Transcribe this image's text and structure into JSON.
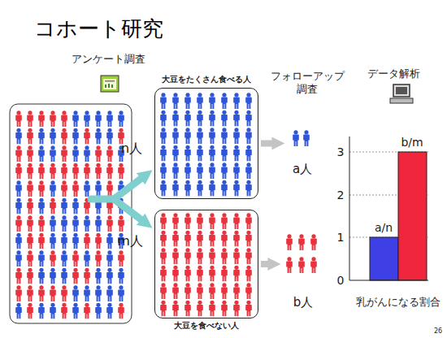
{
  "diagram": {
    "title": "コホート研究",
    "nodes": [
      {
        "text": [
          "大豆をたくさん食べる人"
        ]
      },
      {
        "text": [
          "大豆を食べない人"
        ]
      },
      {
        "text": [
          "a人"
        ]
      },
      {
        "text": [
          "b人"
        ]
      }
    ],
    "edges": [
      {
        "from": 0,
        "to": 2,
        "arrow": "to"
      },
      {
        "from": 1,
        "to": 3,
        "arrow": "to"
      }
    ],
    "labels": [
      "アンケート調査",
      "n人",
      "m人",
      "フォローアップ 調査",
      "データ解析",
      "3",
      "2",
      "1",
      "0",
      "a/n",
      "b/m",
      "乳がんになる割合",
      "26"
    ]
  }
}
